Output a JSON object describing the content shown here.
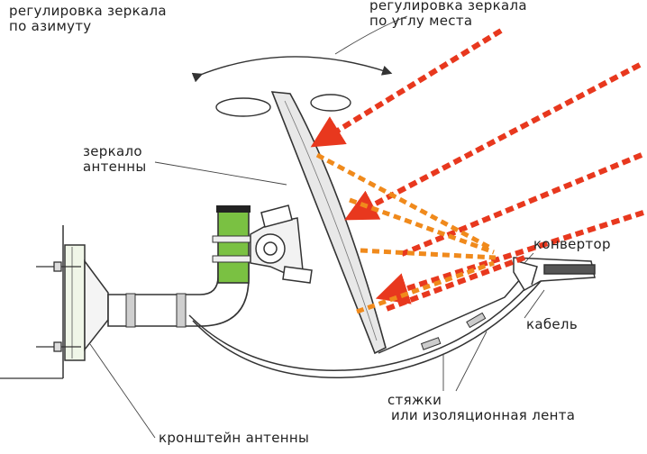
{
  "labels": {
    "azimuth": {
      "line1": "регулировка зеркала",
      "line2": "по азимуту"
    },
    "elevation": {
      "line1": "регулировка зеркала",
      "line2": "по углу места"
    },
    "mirror": {
      "line1": "зеркало",
      "line2": "антенны"
    },
    "converter": "конвертор",
    "cable": "кабель",
    "ties": {
      "line1": "стяжки",
      "line2": "или изоляционная лента"
    },
    "bracket": "кронштейн антенны"
  },
  "colors": {
    "incoming_rays": "#e8381e",
    "reflected_rays": "#f08a1c",
    "mount_highlight": "#7ac142",
    "line": "#333333"
  }
}
